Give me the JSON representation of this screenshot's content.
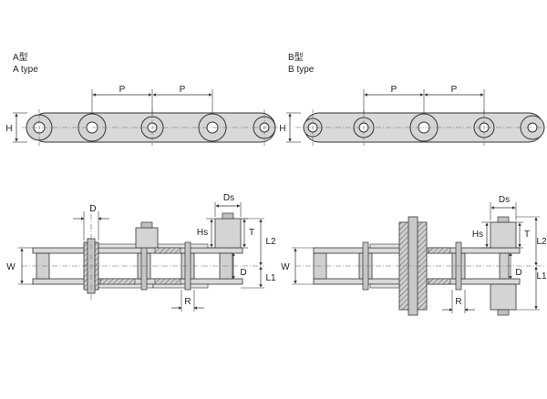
{
  "types": {
    "a": {
      "cn": "A型",
      "en": "A type"
    },
    "b": {
      "cn": "B型",
      "en": "B type"
    }
  },
  "dims": {
    "p": "P",
    "h": "H",
    "d": "D",
    "ds": "Ds",
    "hs": "Hs",
    "t": "T",
    "l1": "L1",
    "l2": "L2",
    "w": "W",
    "r": "R"
  },
  "colors": {
    "line": "#333333",
    "plate": "#dcdcdc",
    "pin": "#c8c8c8",
    "hatch": "#555555",
    "center": "#666666"
  }
}
